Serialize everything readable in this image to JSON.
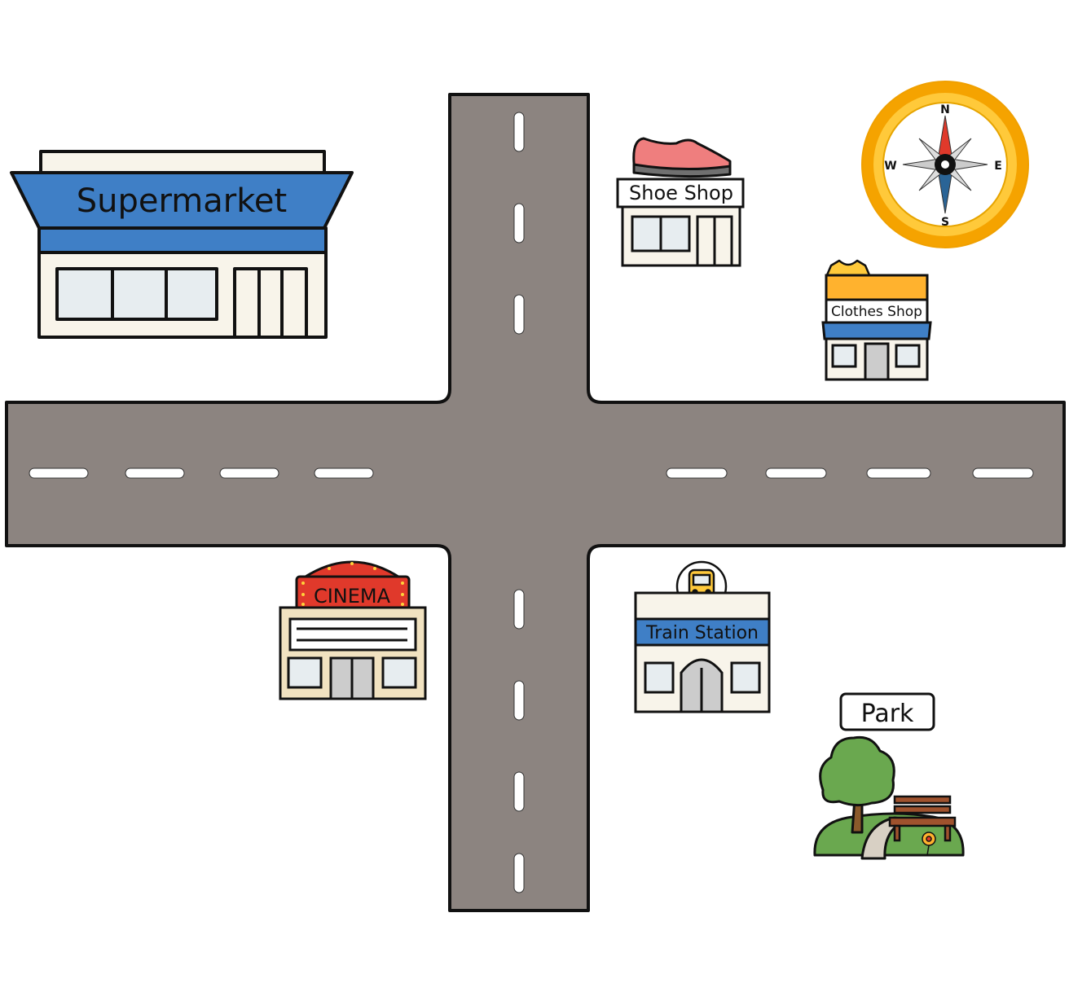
{
  "labels": {
    "supermarket": "Supermarket",
    "shoe_shop": "Shoe Shop",
    "clothes_shop": "Clothes Shop",
    "cinema": "CINEMA",
    "train_station": "Train Station",
    "park": "Park"
  },
  "compass": {
    "north": "N",
    "south": "S",
    "east": "E",
    "west": "W"
  },
  "colors": {
    "road": "#8c8480",
    "road_edge": "#111111",
    "lane_marking": "#ffffff",
    "supermarket_blue": "#3f7fc6",
    "cinema_red": "#e0392b",
    "compass_ring": "#f5a300",
    "tree_green": "#6aa84f"
  }
}
